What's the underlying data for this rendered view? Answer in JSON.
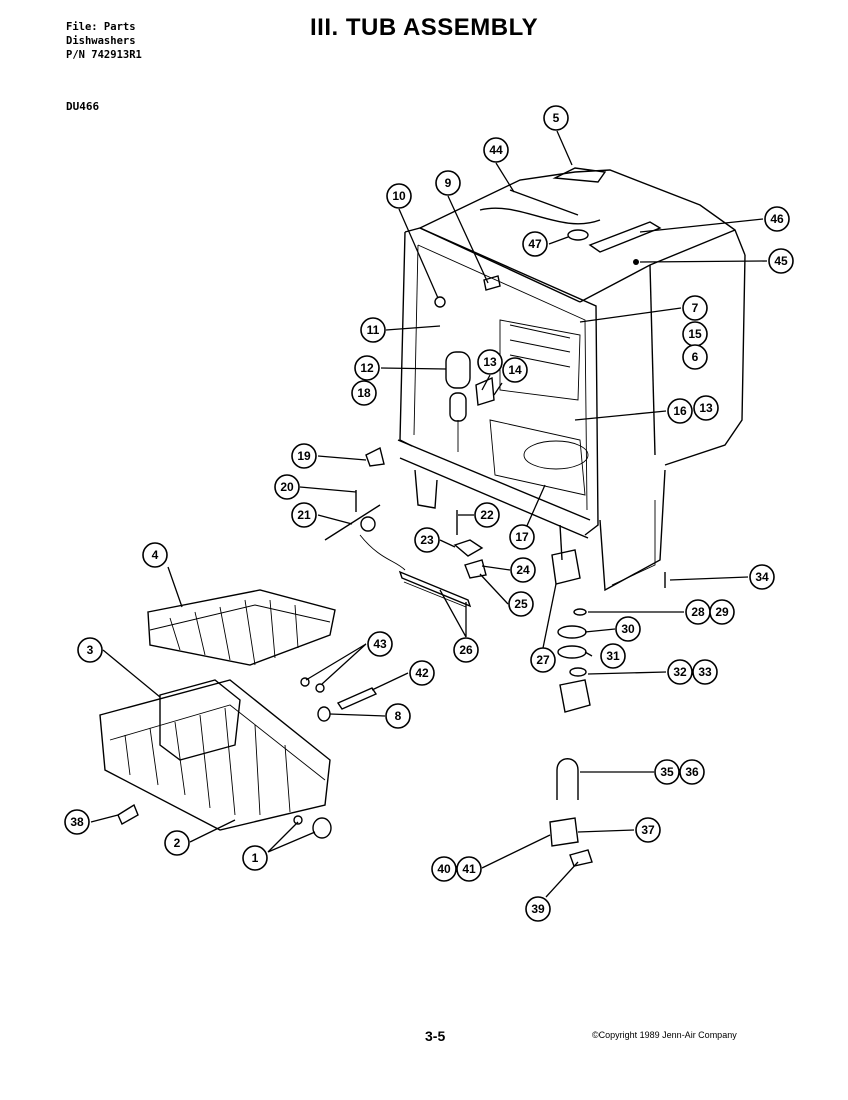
{
  "header": {
    "file_line": "File: Parts",
    "category_line": "Dishwashers",
    "part_number_line": "P/N 742913R1",
    "title": "III. TUB ASSEMBLY",
    "model": "DU466"
  },
  "footer": {
    "page_number": "3-5",
    "copyright": "©Copyright 1989 Jenn-Air Company"
  },
  "callouts": [
    "5",
    "44",
    "9",
    "10",
    "46",
    "47",
    "45",
    "7",
    "15",
    "6",
    "11",
    "12",
    "18",
    "13",
    "14",
    "16",
    "13",
    "19",
    "20",
    "21",
    "22",
    "23",
    "24",
    "17",
    "25",
    "26",
    "4",
    "43",
    "42",
    "8",
    "3",
    "38",
    "2",
    "1",
    "34",
    "28",
    "29",
    "30",
    "31",
    "32",
    "33",
    "27",
    "35",
    "36",
    "37",
    "40",
    "41",
    "39"
  ]
}
